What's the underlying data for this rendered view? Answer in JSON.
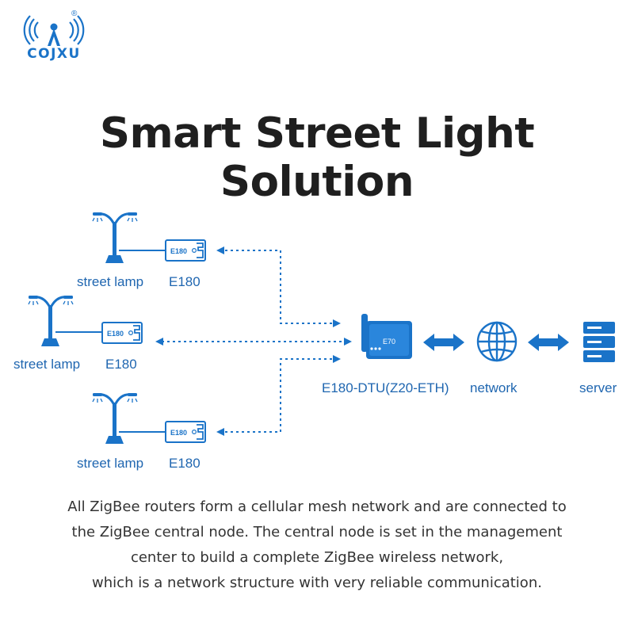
{
  "brand": {
    "name": "COJXU",
    "registered_mark": "®",
    "accent_color": "#1a73c8"
  },
  "title": "Smart Street Light Solution",
  "nodes": {
    "lamps": [
      {
        "lamp_label": "street lamp",
        "module_label": "E180",
        "module_text": "E180"
      },
      {
        "lamp_label": "street lamp",
        "module_label": "E180",
        "module_text": "E180"
      },
      {
        "lamp_label": "street lamp",
        "module_label": "E180",
        "module_text": "E180"
      }
    ],
    "gateway": {
      "label": "E180-DTU(Z20-ETH)",
      "device_text": "E70"
    },
    "network": {
      "label": "network",
      "icon": "globe-icon"
    },
    "server": {
      "label": "server",
      "icon": "server-icon"
    }
  },
  "description": {
    "lines": [
      "All ZigBee routers form a cellular mesh network and are connected to",
      "the ZigBee central node. The central node is set in the management",
      "center to build a complete ZigBee wireless network,",
      "which is a network structure with very reliable communication."
    ]
  },
  "colors": {
    "primary": "#1a73c8",
    "title": "#1f1f1f",
    "label": "#1f66b0",
    "body_text": "#333333"
  }
}
